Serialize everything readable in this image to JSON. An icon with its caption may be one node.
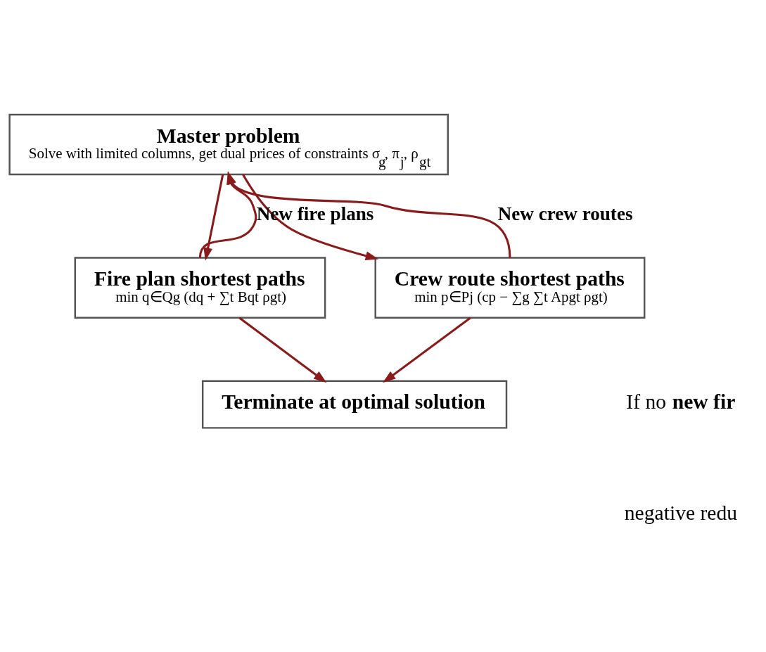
{
  "diagram": {
    "nodes": [
      {
        "text": [
          "Master problem",
          "Solve with limited columns, get dual prices of constraints σ$_{g}$, π$_{j}$, ρ$_{gt}$"
        ]
      },
      {
        "text": [
          "Fire plan shortest paths",
          "min q∈Qg (dq + ∑t Bqt ρgt)"
        ]
      },
      {
        "text": [
          "Crew route shortest paths",
          "min p∈Pj (cp − ∑g ∑t Apgt ρgt)"
        ]
      },
      {
        "text": [
          "Terminate at optimal solution"
        ]
      }
    ],
    "edges": [
      {
        "from": 0,
        "to": 1,
        "arrow": "to"
      },
      {
        "from": 0,
        "to": 2,
        "arrow": "to"
      },
      {
        "from": 1,
        "to": 0,
        "arrow": "to",
        "label": "New fire plans"
      },
      {
        "from": 2,
        "to": 0,
        "arrow": "to",
        "label": "New crew routes"
      },
      {
        "from": 1,
        "to": 3,
        "arrow": "to"
      },
      {
        "from": 2,
        "to": 3,
        "arrow": "to"
      }
    ],
    "labels": [
      "If no **new fir**",
      "negative redu"
    ]
  }
}
